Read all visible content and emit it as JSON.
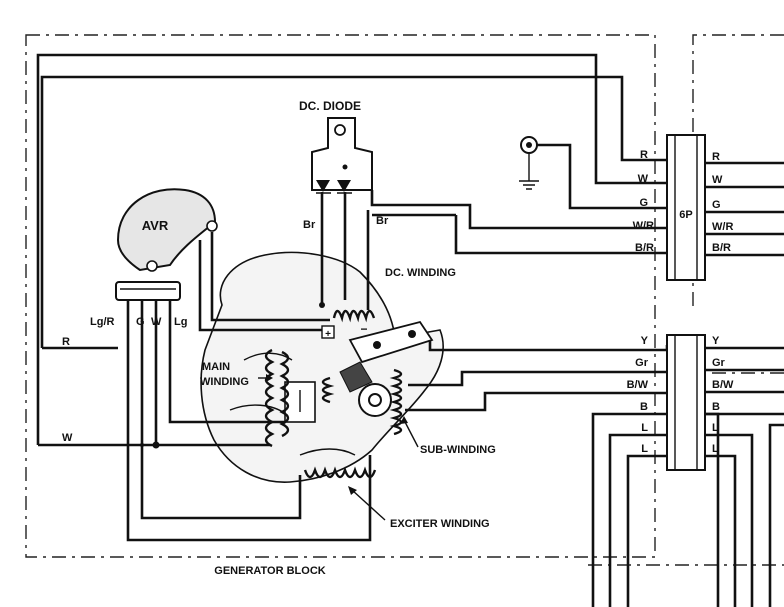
{
  "block_title": "GENERATOR BLOCK",
  "components": {
    "dc_diode": "DC. DIODE",
    "avr": "AVR",
    "dc_winding": "DC. WINDING",
    "main_winding_line1": "MAIN",
    "main_winding_line2": "WINDING",
    "sub_winding": "SUB-WINDING",
    "exciter_winding": "EXCITER WINDING"
  },
  "avr_terminals": {
    "lg_r": "Lg/R",
    "g": "G",
    "w": "W",
    "lg": "Lg"
  },
  "diode_wire_labels": {
    "left": "Br",
    "right": "Br"
  },
  "block_wire_labels": {
    "r": "R",
    "w": "W"
  },
  "connector_6p": {
    "label": "6P",
    "left_pins": [
      "R",
      "W",
      "G",
      "W/R",
      "B/R"
    ],
    "right_pins": [
      "R",
      "W",
      "G",
      "W/R",
      "B/R"
    ]
  },
  "connector_lower": {
    "left_pins": [
      "Y",
      "Gr",
      "B/W",
      "B",
      "L",
      "L"
    ],
    "right_pins": [
      "Y",
      "Gr",
      "B/W",
      "B",
      "L",
      "L"
    ]
  },
  "terminal_symbols": {
    "plus": "+",
    "minus": "−"
  }
}
